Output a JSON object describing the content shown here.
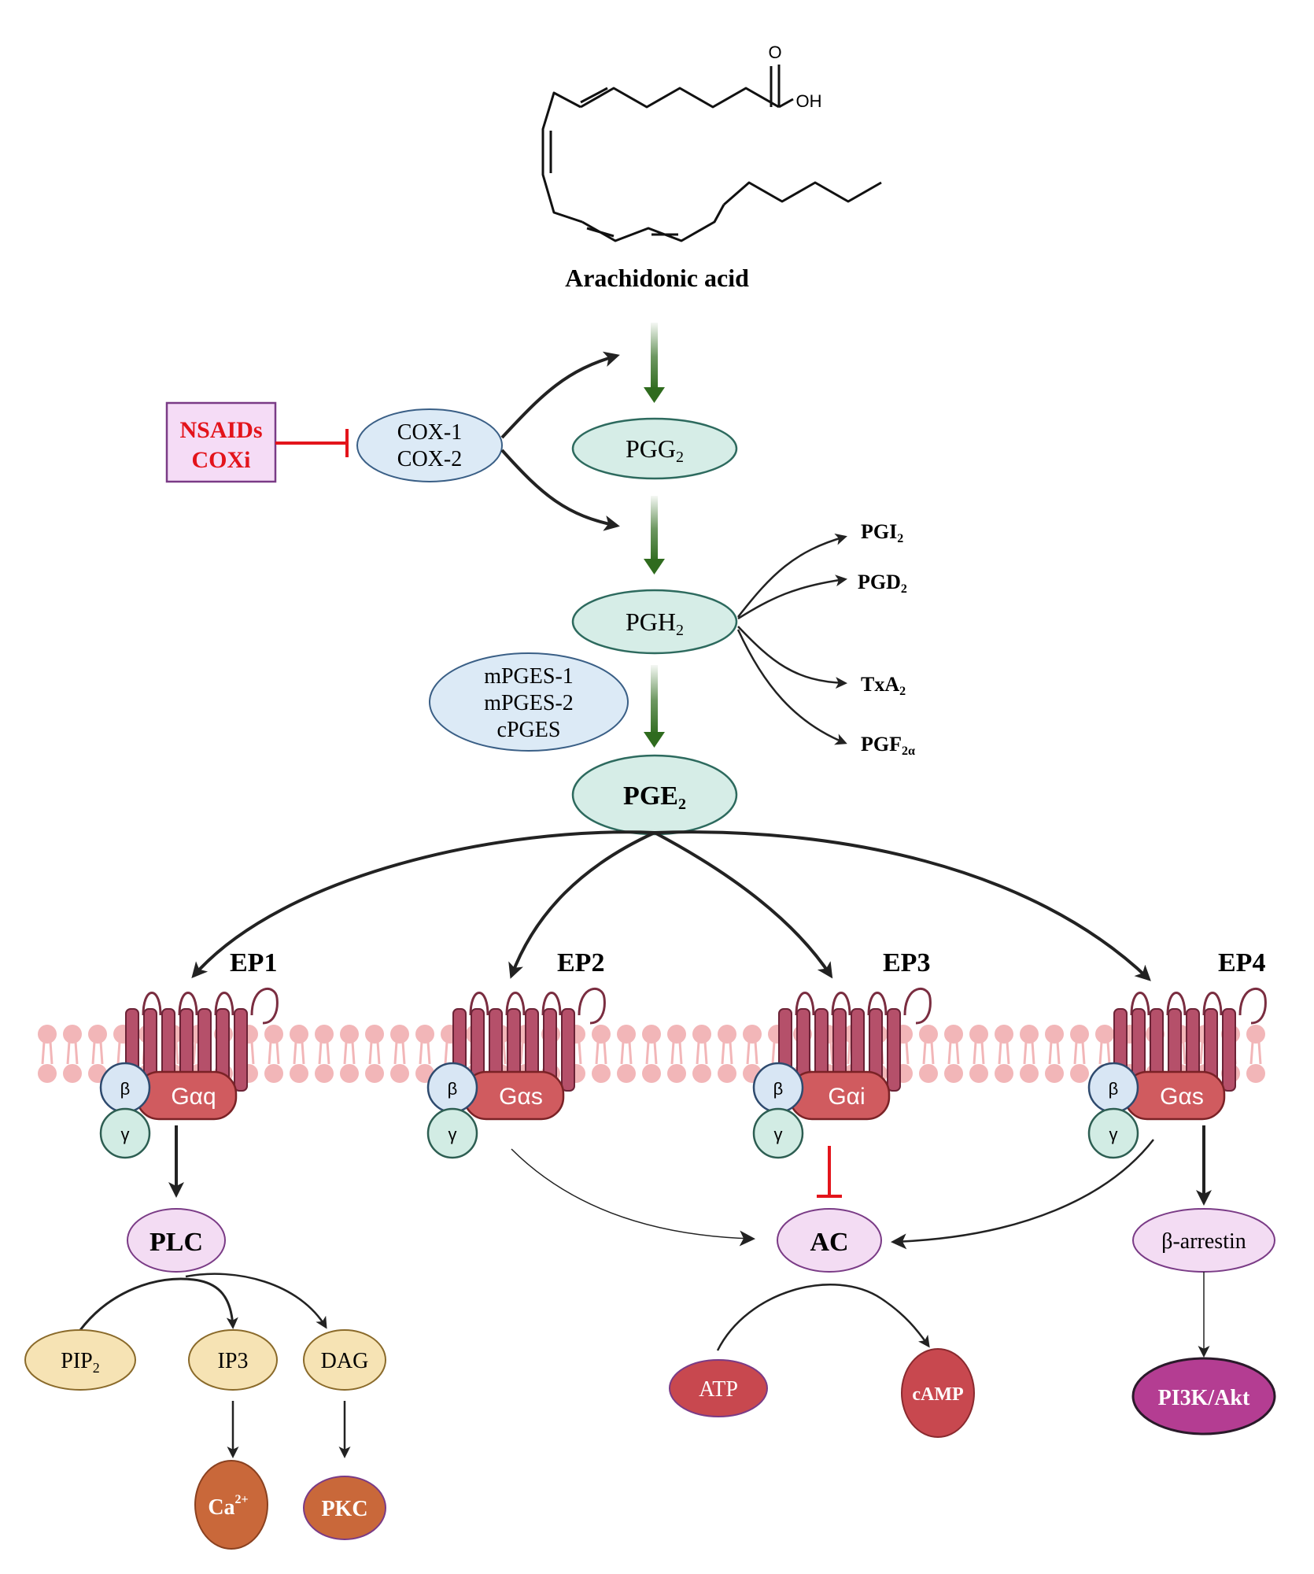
{
  "substrate": {
    "label": "Arachidonic acid",
    "oh": "OH",
    "o": "O"
  },
  "inhibitors": {
    "line1": "NSAIDs",
    "line2": "COXi"
  },
  "cox": {
    "line1": "COX-1",
    "line2": "COX-2"
  },
  "pgg2": {
    "base": "PGG",
    "sub": "2"
  },
  "pgh2": {
    "base": "PGH",
    "sub": "2"
  },
  "synthases": {
    "line1": "mPGES-1",
    "line2": "mPGES-2",
    "line3": "cPGES"
  },
  "pge2": {
    "base": "PGE",
    "sub": "2"
  },
  "side_products": {
    "pgi2": {
      "base": "PGI",
      "sub": "2"
    },
    "pgd2": {
      "base": "PGD",
      "sub": "2"
    },
    "txa2": {
      "base": "TxA",
      "sub": "2"
    },
    "pgf2a": {
      "base": "PGF",
      "sub": "2α"
    }
  },
  "receptors": {
    "ep1": {
      "label": "EP1",
      "galpha": "Gαq",
      "beta": "β",
      "gamma": "γ"
    },
    "ep2": {
      "label": "EP2",
      "galpha": "Gαs",
      "beta": "β",
      "gamma": "γ"
    },
    "ep3": {
      "label": "EP3",
      "galpha": "Gαi",
      "beta": "β",
      "gamma": "γ"
    },
    "ep4": {
      "label": "EP4",
      "galpha": "Gαs",
      "beta": "β",
      "gamma": "γ"
    }
  },
  "plc": "PLC",
  "pip2": {
    "base": "PIP",
    "sub": "2"
  },
  "ip3": "IP3",
  "dag": "DAG",
  "calcium": {
    "base": "Ca",
    "sup": "2+"
  },
  "pkc": "PKC",
  "ac": "AC",
  "atp": "ATP",
  "camp": "cAMP",
  "barrestin": "β-arrestin",
  "pi3k": "PI3K/Akt",
  "colors": {
    "inhibit_red": "#e3141b",
    "green_arrow": "#2f6b1e",
    "pg_fill": "#d6ede7",
    "enzyme_fill": "#dceaf6",
    "receptor": "#b5506a",
    "galpha": "#d05b5f",
    "beta": "#d8e6f4",
    "gamma": "#d2ece4",
    "lipid": "#f2b6b8",
    "plc_fill": "#f3dcf3",
    "second_messenger": "#f6e3b4",
    "ca_pkc": "#c9683a",
    "atp_camp": "#c8484f",
    "pi3k_fill": "#b43d92"
  }
}
